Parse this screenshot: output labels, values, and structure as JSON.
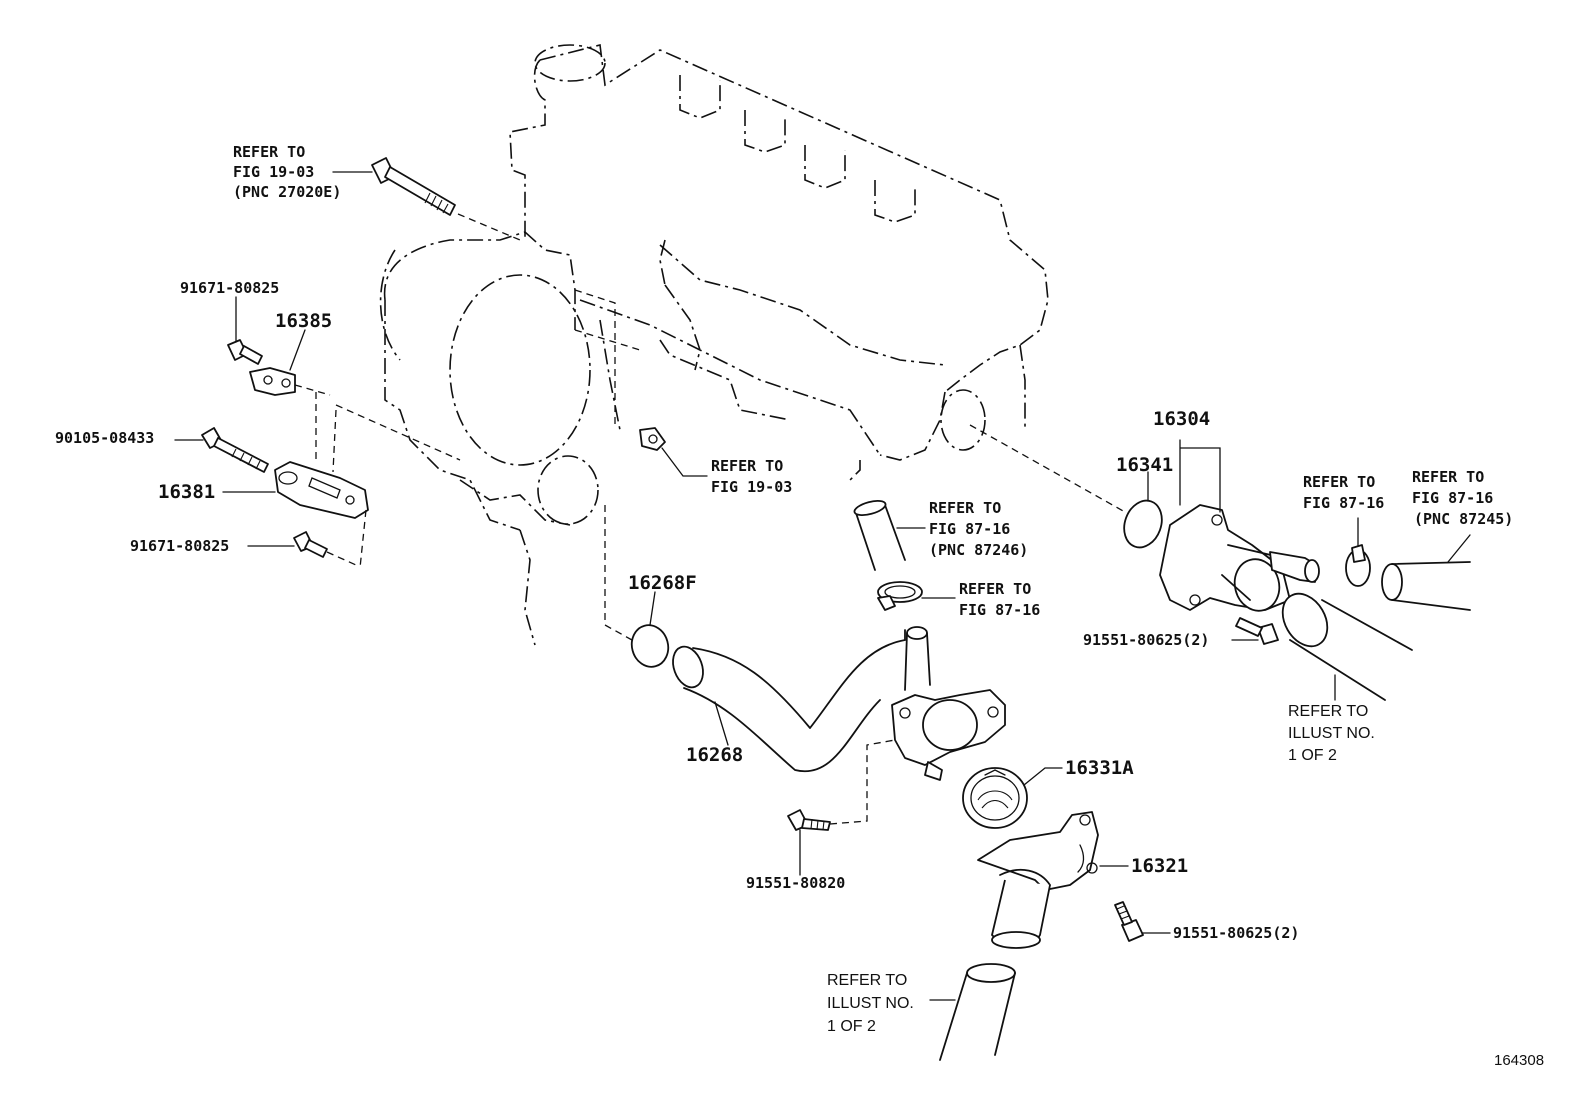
{
  "labels": {
    "refer_fig1903_top": [
      "REFER TO",
      "FIG 19-03",
      "(PNC 27020E)"
    ],
    "p91671_top": "91671-80825",
    "p16385": "16385",
    "p90105": "90105-08433",
    "p16381": "16381",
    "p91671_bot": "91671-80825",
    "refer_fig1903_mid": [
      "REFER TO",
      "FIG 19-03"
    ],
    "refer_fig8716_a": [
      "REFER TO",
      "FIG 87-16",
      "(PNC 87246)"
    ],
    "refer_fig8716_b": [
      "REFER TO",
      "FIG 87-16"
    ],
    "p16268F": "16268F",
    "p16268": "16268",
    "p16304": "16304",
    "p16341": "16341",
    "refer_fig8716_c": [
      "REFER TO",
      "FIG 87-16"
    ],
    "refer_fig8716_d": [
      "REFER TO",
      "FIG 87-16",
      "(PNC 87245)"
    ],
    "p91551_625_a": "91551-80625(2)",
    "refer_illust_right": [
      "REFER TO",
      "ILLUST NO.",
      "1 OF 2"
    ],
    "p16331A": "16331A",
    "p91551_820": "91551-80820",
    "p16321": "16321",
    "p91551_625_b": "91551-80625(2)",
    "refer_illust_bottom": [
      "REFER TO",
      "ILLUST NO.",
      "1 OF 2"
    ],
    "illustration_id": "164308"
  }
}
